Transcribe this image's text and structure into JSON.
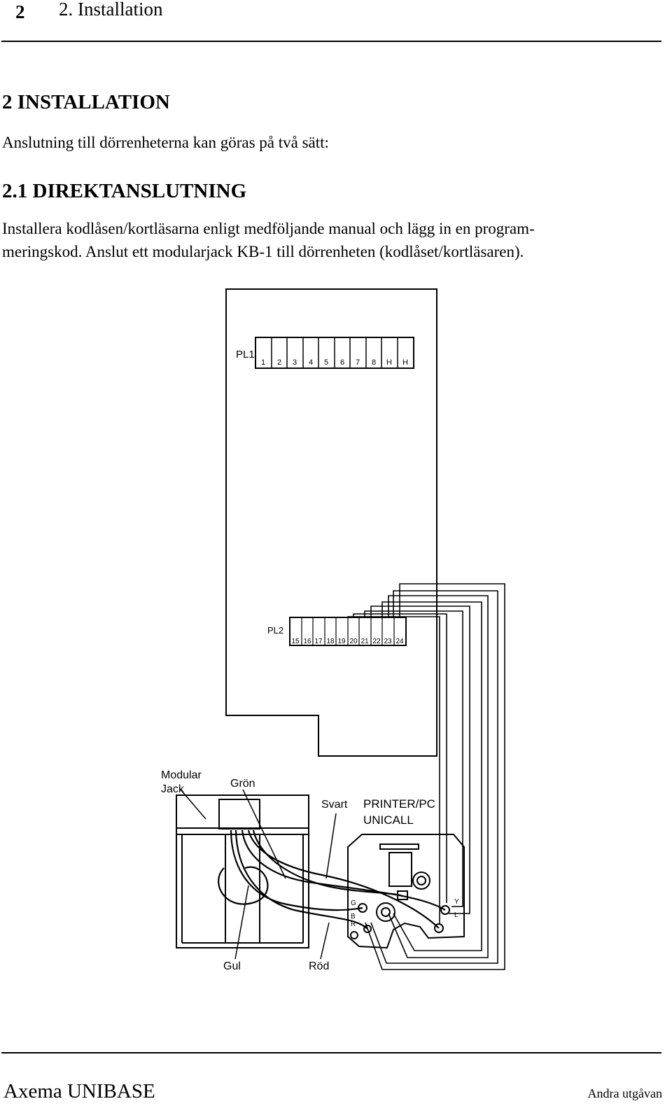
{
  "header": {
    "page_number": "2",
    "running_title": "2. Installation"
  },
  "section": {
    "heading": "2 INSTALLATION",
    "intro": "Anslutning till dörrenheterna kan göras på två sätt:"
  },
  "subsection": {
    "heading": "2.1 DIREKTANSLUTNING",
    "line1": "Installera kodlåsen/kortläsarna enligt medföljande manual och lägg in en program-",
    "line2": "meringskod. Anslut ett modularjack KB-1 till dörrenheten (kodlåset/kortläsaren)."
  },
  "figure": {
    "pl1_label": "PL1",
    "pl1_terminals": [
      "1",
      "2",
      "3",
      "4",
      "5",
      "6",
      "7",
      "8",
      "H",
      "H"
    ],
    "pl2_label": "PL2",
    "pl2_terminals": [
      "15",
      "16",
      "17",
      "18",
      "19",
      "20",
      "21",
      "22",
      "23",
      "24"
    ],
    "label_modular_jack_1": "Modular",
    "label_modular_jack_2": "Jack",
    "label_gron": "Grön",
    "label_svart": "Svart",
    "label_printer_pc": "PRINTER/PC",
    "label_unicall": "UNICALL",
    "label_gul": "Gul",
    "label_rod": "Röd",
    "label_y": "Y",
    "label_g": "G",
    "label_b": "B",
    "label_r": "R",
    "label_l": "L"
  },
  "footer": {
    "left": "Axema UNIBASE",
    "right": "Andra utgåvan"
  }
}
